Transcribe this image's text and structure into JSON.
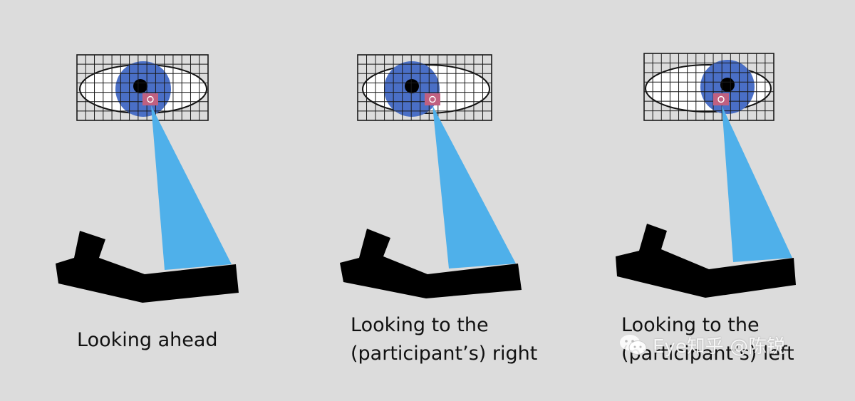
{
  "panels": [
    {
      "caption_lines": [
        "Looking ahead"
      ],
      "gaze": "ahead"
    },
    {
      "caption_lines": [
        "Looking to the",
        "(participant’s) right"
      ],
      "gaze": "right"
    },
    {
      "caption_lines": [
        "Looking to the",
        "(participant’s) left"
      ],
      "gaze": "left"
    }
  ],
  "watermark": {
    "text": "Eye知乎 @陈锐",
    "icon": "wechat-icon"
  },
  "colors": {
    "background": "#dcdcdc",
    "iris": "#4a6fc6",
    "pupil": "#000000",
    "sclera": "#ffffff",
    "grid": "#1a1a1a",
    "camera_marker": "#c06080",
    "sight_beam": "#4fb0ea",
    "mount": "#000000"
  }
}
